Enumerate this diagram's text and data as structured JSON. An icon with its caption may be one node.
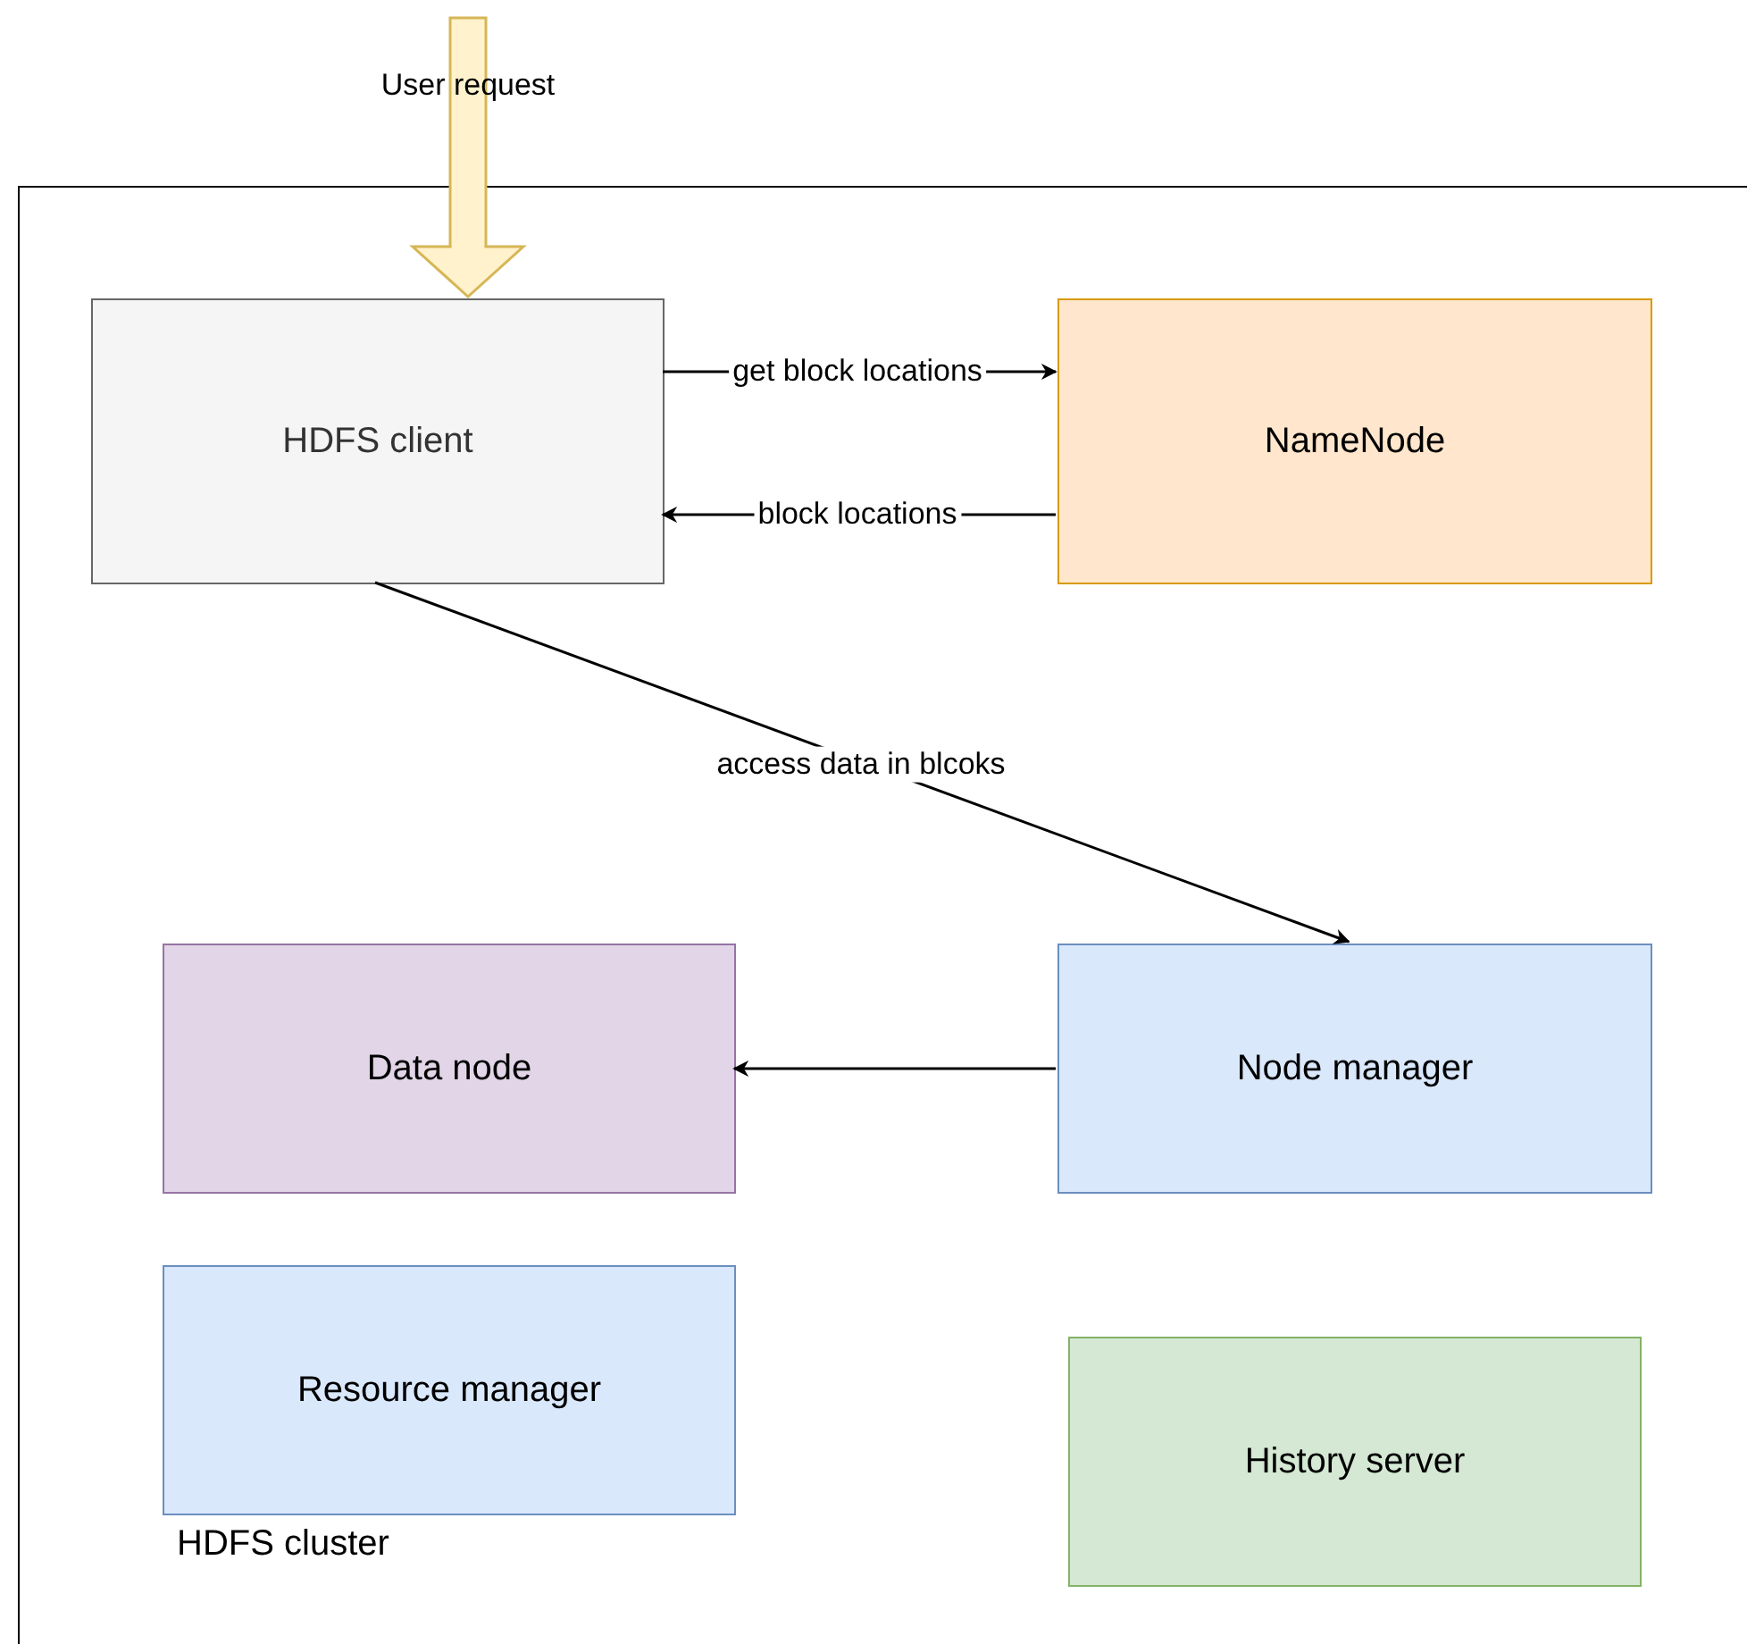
{
  "diagram": {
    "nodes": [
      {
        "text": [
          "HDFS cluster"
        ]
      },
      {
        "text": [
          "HDFS client"
        ],
        "in": 0
      },
      {
        "text": [
          "NameNode"
        ],
        "in": 0
      },
      {
        "text": [
          "Data node"
        ],
        "in": 0
      },
      {
        "text": [
          "Node manager"
        ],
        "in": 0
      },
      {
        "text": [
          "Resource manager"
        ],
        "in": 0
      },
      {
        "text": [
          "History server"
        ],
        "in": 0
      }
    ],
    "edges": [
      {
        "from": null,
        "to": 1,
        "arrow": "to",
        "label": "User request",
        "style": "thick",
        "color": "#d6b656"
      },
      {
        "from": 1,
        "to": 2,
        "arrow": "to",
        "label": "get block locations"
      },
      {
        "from": 2,
        "to": 1,
        "arrow": "to",
        "label": "block locations"
      },
      {
        "from": 1,
        "to": 4,
        "arrow": "to",
        "label": "access data in blcoks"
      },
      {
        "from": 4,
        "to": 3,
        "arrow": "to"
      }
    ]
  }
}
